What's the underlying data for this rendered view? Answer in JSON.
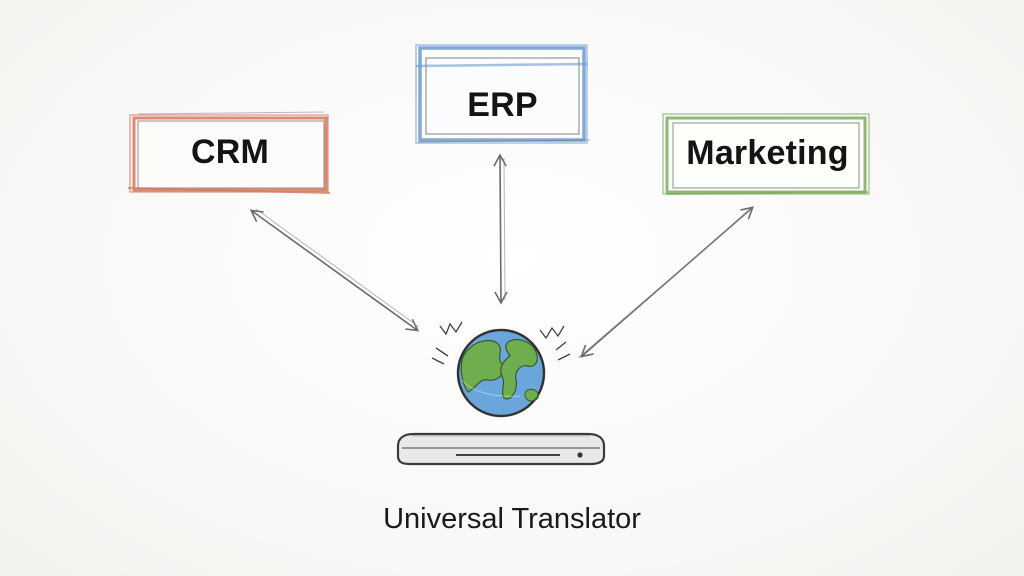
{
  "nodes": [
    {
      "id": "crm",
      "label": "CRM",
      "color": "#d9775a"
    },
    {
      "id": "erp",
      "label": "ERP",
      "color": "#6e9bd1"
    },
    {
      "id": "marketing",
      "label": "Marketing",
      "color": "#7fae5f"
    }
  ],
  "hub": {
    "caption": "Universal Translator",
    "icon": "globe-icon",
    "base_icon": "device-base-icon"
  },
  "colors": {
    "sketch_stroke": "#555555",
    "globe_ocean": "#6aa6dc",
    "globe_land": "#6fae4e"
  }
}
